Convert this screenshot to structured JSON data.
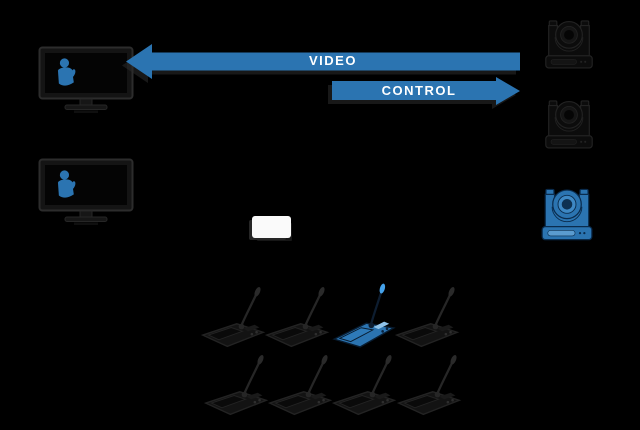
{
  "colors": {
    "background": "#000000",
    "accent": "#2b74b1",
    "accent_bright": "#45a2ea",
    "accent_deep": "#0a2c4e",
    "device_fill": "#121212",
    "device_stroke": "#262626",
    "screen": "#040404",
    "label_text": "#ffffff",
    "central_unit": "#fafafa"
  },
  "arrows": {
    "video": {
      "label": "VIDEO",
      "direction": "left"
    },
    "control": {
      "label": "CONTROL",
      "direction": "right"
    }
  },
  "devices": {
    "monitors": {
      "count": 2,
      "icon": "monitor-icon",
      "screen_content": "blue-speaker-figure"
    },
    "cameras": {
      "count": 3,
      "icon": "ptz-camera-icon",
      "variants": [
        "dark",
        "dark",
        "blue-highlight"
      ]
    },
    "central_unit": {
      "count": 1,
      "icon": "white-box"
    },
    "microphone_units": {
      "count": 8,
      "rows": 2,
      "per_row": 4,
      "icon": "conference-mic-icon",
      "highlighted_unit": 3,
      "highlight_color": "#2b74b1"
    }
  }
}
